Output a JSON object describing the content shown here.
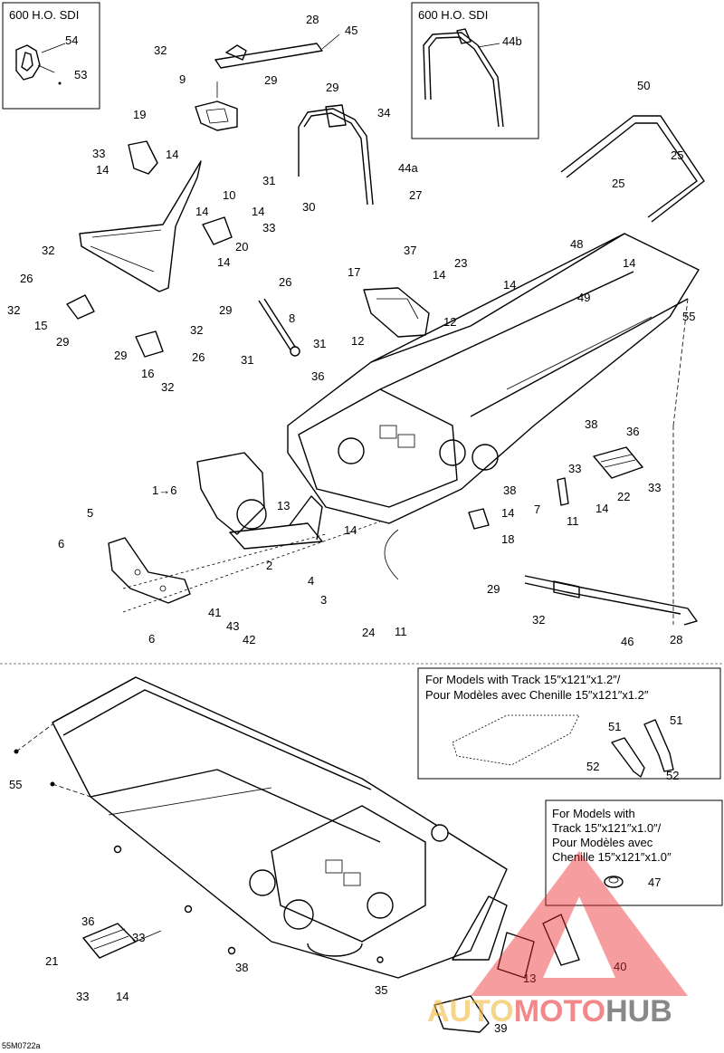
{
  "inset_boxes": {
    "top_left_title": "600 H.O. SDI",
    "top_right_title": "600 H.O. SDI",
    "track_12_note": [
      "For Models with Track 15″x121″x1.2″/",
      "Pour Modèles avec Chenille 15″x121″x1.2″"
    ],
    "track_10_note": [
      "For Models with",
      "Track 15″x121″x1.0″/",
      "Pour Modèles avec",
      "Chenille 15″x121″x1.0″"
    ]
  },
  "callouts": [
    "54",
    "53",
    "28",
    "45",
    "32",
    "29",
    "9",
    "50",
    "44b",
    "29",
    "34",
    "19",
    "33",
    "14",
    "14",
    "25",
    "25",
    "31",
    "44a",
    "30",
    "27",
    "10",
    "14",
    "14",
    "33",
    "20",
    "14",
    "37",
    "23",
    "14",
    "14",
    "48",
    "14",
    "32",
    "26",
    "17",
    "49",
    "55",
    "26",
    "29",
    "8",
    "32",
    "12",
    "12",
    "15",
    "29",
    "31",
    "32",
    "31",
    "36",
    "29",
    "16",
    "26",
    "32",
    "1→6",
    "13",
    "38",
    "36",
    "33",
    "33",
    "22",
    "14",
    "38",
    "7",
    "14",
    "11",
    "5",
    "18",
    "14",
    "6",
    "2",
    "4",
    "3",
    "41",
    "43",
    "42",
    "29",
    "32",
    "46",
    "28",
    "6",
    "24",
    "11",
    "51",
    "51",
    "52",
    "52",
    "55",
    "47",
    "36",
    "33",
    "21",
    "38",
    "35",
    "40",
    "13",
    "39",
    "33",
    "14"
  ],
  "doc_id": "55M0722a",
  "watermark": {
    "part1": "AUTO",
    "part2": "MOTO",
    "part3": "HUB"
  },
  "colors": {
    "line": "#000000",
    "background": "#ffffff",
    "watermark_red": "#e8262a",
    "watermark_yellow": "#f0b73a"
  }
}
